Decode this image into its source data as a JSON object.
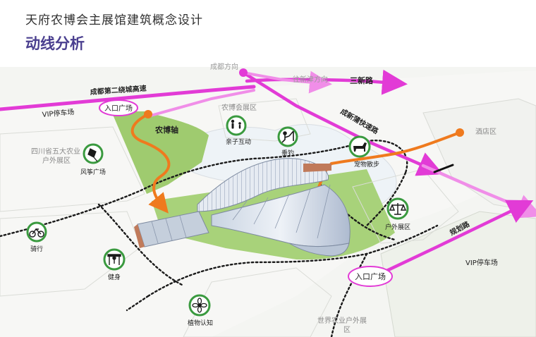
{
  "header": {
    "title": "天府农博会主展馆建筑概念设计",
    "subtitle": "动线分析"
  },
  "roads": {
    "ring_highway": "成都第二绕城高速",
    "chengdu_direction": "成都方向",
    "to_xinjin": "往新津方向",
    "sanxin_road": "三新路",
    "expressway": "成新蒲快速路",
    "planned_road": "规划路"
  },
  "areas": {
    "vip_parking_left": "VIP停车场",
    "vip_parking_right": "VIP停车场",
    "entrance_plaza_top": "入口广场",
    "entrance_plaza_bottom": "入口广场",
    "agri_axis": "农博轴",
    "expo_zone": "农博会展区",
    "sichuan_zone_line1": "四川省五大农业",
    "sichuan_zone_line2": "户外展区",
    "hotel_zone": "酒店区",
    "world_zone_line1": "世界农业户外展",
    "world_zone_line2": "区"
  },
  "activities": {
    "kite": "风筝广场",
    "family": "亲子互动",
    "fishing": "垂钓",
    "pet": "宠物散步",
    "outdoor": "户外展区",
    "cycling": "骑行",
    "fitness": "健身",
    "plants": "植物认知"
  },
  "colors": {
    "road_magenta": "#e23bd6",
    "road_pink": "#f08ee8",
    "path_orange": "#ef7a1e",
    "green_zone": "#9fcb6f",
    "icon_ring": "#3a9a3f",
    "title_purple": "#4a3f8f"
  },
  "icons": {
    "kite": "kite-icon",
    "family": "family-icon",
    "fishing": "fishing-icon",
    "pet": "dog-icon",
    "outdoor": "scales-icon",
    "cycling": "bicycle-icon",
    "fitness": "fitness-icon",
    "plants": "flower-icon"
  }
}
